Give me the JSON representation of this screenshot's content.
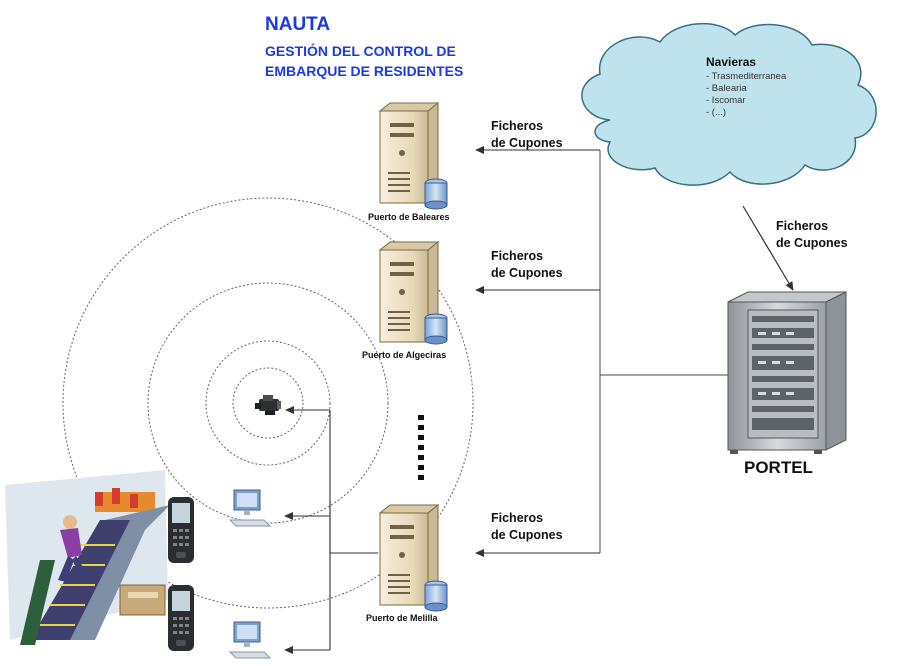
{
  "header": {
    "title": "NAUTA",
    "subtitle_line1": "GESTIÓN DEL CONTROL DE",
    "subtitle_line2": "EMBARQUE DE RESIDENTES"
  },
  "cloud": {
    "title": "Navieras",
    "items": [
      "- Trasmediterranea",
      "- Balearia",
      "- Iscomar",
      "- (...)"
    ]
  },
  "flows": {
    "line1": "Ficheros",
    "line2": "de Cupones"
  },
  "servers": [
    {
      "caption": "Puerto de Baleares"
    },
    {
      "caption": "Puerto de Algeciras"
    },
    {
      "caption": "Puerto de Melilla"
    }
  ],
  "portel": {
    "label": "PORTEL"
  },
  "colors": {
    "title": "#1a3bdc",
    "cloud_fill": "#bfe3ec",
    "cloud_stroke": "#3a6f82",
    "server_body": "#ede3cc",
    "server_shade": "#c9b994",
    "line": "#4a4a4a"
  },
  "icons": {
    "ship": "ship-icon",
    "handheld": "handheld-terminal-icon",
    "pc": "computer-icon",
    "boarding": "boarding-person-icon"
  }
}
